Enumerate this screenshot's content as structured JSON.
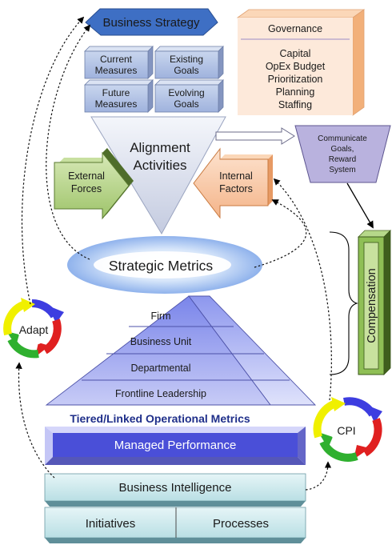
{
  "strategy": {
    "title": "Business Strategy"
  },
  "measures": {
    "current": [
      "Current",
      "Measures"
    ],
    "existing": [
      "Existing",
      "Goals"
    ],
    "future": [
      "Future",
      "Measures"
    ],
    "evolving": [
      "Evolving",
      "Goals"
    ]
  },
  "governance": {
    "title": "Governance",
    "items": [
      "Capital",
      "OpEx Budget",
      "Prioritization",
      "Planning",
      "Staffing"
    ]
  },
  "alignment": {
    "line1": "Alignment",
    "line2": "Activities"
  },
  "external": {
    "line1": "External",
    "line2": "Forces"
  },
  "internal": {
    "line1": "Internal",
    "line2": "Factors"
  },
  "communicate": {
    "lines": [
      "Communicate",
      "Goals,",
      "Reward",
      "System"
    ]
  },
  "compensation": {
    "label": "Compensation"
  },
  "strategic_metrics": {
    "label": "Strategic Metrics"
  },
  "adapt": {
    "label": "Adapt"
  },
  "pyramid": {
    "levels": [
      "Firm",
      "Business Unit",
      "Departmental",
      "Frontline Leadership"
    ]
  },
  "tiered": {
    "label": "Tiered/Linked Operational Metrics"
  },
  "managed": {
    "label": "Managed Performance"
  },
  "cpi": {
    "label": "CPI"
  },
  "bi": {
    "label": "Business Intelligence"
  },
  "bottom": {
    "initiatives": "Initiatives",
    "processes": "Processes"
  }
}
